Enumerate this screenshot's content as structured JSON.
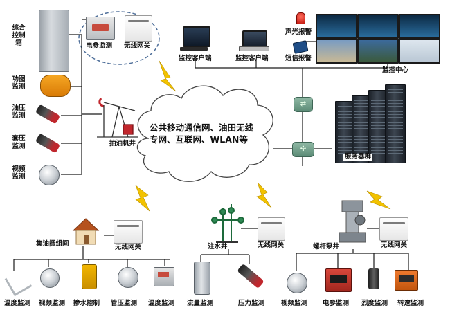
{
  "cloud": {
    "text": "公共移动通信网、油田无线专网、互联网、WLAN等"
  },
  "left_column": {
    "cabinet": "综合控制箱",
    "dynamometer": "功图监测",
    "oil_pressure": "油压监测",
    "casing_pressure": "套压监测",
    "video": "视频监测"
  },
  "wellhead": {
    "power_monitor": "电参监测",
    "wireless_gateway": "无线网关",
    "pumping_unit": "抽油机井"
  },
  "center_top": {
    "client_1": "监控客户端",
    "client_2": "监控客户端",
    "sound_light_alarm": "声光报警",
    "sms_alarm": "短信报警",
    "monitor_center": "监控中心",
    "server_cluster": "服务器群"
  },
  "bottom_left": {
    "manifold": "集油阀组间",
    "gateway": "无线网关",
    "items": [
      "温度监测",
      "视频监测",
      "掺水控制",
      "管压监测",
      "温度监测"
    ]
  },
  "bottom_middle": {
    "injection_well": "注水井",
    "gateway": "无线网关",
    "items": [
      "流量监测",
      "压力监测"
    ]
  },
  "bottom_right": {
    "screw_pump_well": "螺杆泵井",
    "gateway": "无线网关",
    "items": [
      "视频监测",
      "电参监测",
      "烈度监测",
      "转速监测"
    ]
  },
  "colors": {
    "wire": "#1a1a1a",
    "lightning": "#f2c200",
    "dash_circle": "#4f6f9a",
    "switch_green": "#5b8b76"
  },
  "icons": [
    "lightning-icon",
    "camera-icon",
    "computer-icon",
    "laptop-icon",
    "server-icon",
    "house-icon",
    "pumping-unit-icon"
  ]
}
